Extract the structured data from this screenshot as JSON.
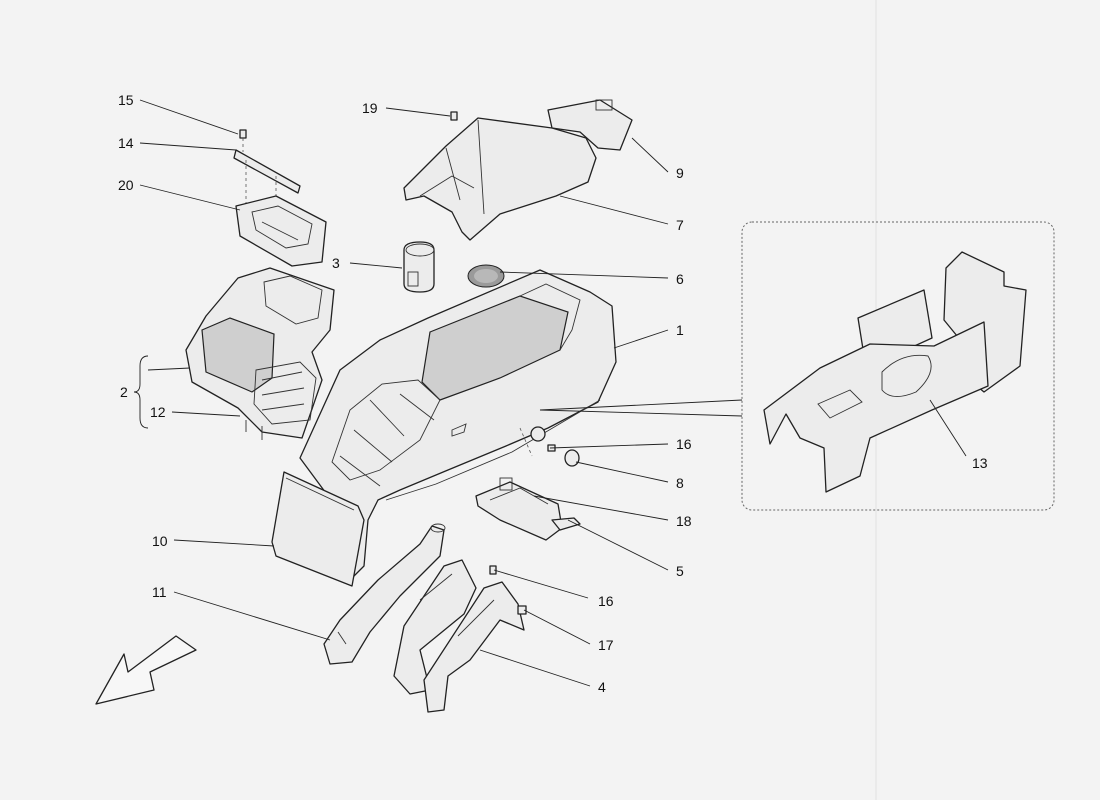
{
  "callouts": {
    "c1": "1",
    "c2": "2",
    "c3": "3",
    "c4": "4",
    "c5": "5",
    "c6": "6",
    "c7": "7",
    "c8": "8",
    "c9": "9",
    "c10": "10",
    "c11": "11",
    "c12": "12",
    "c13": "13",
    "c14": "14",
    "c15": "15",
    "c16a": "16",
    "c16b": "16",
    "c17": "17",
    "c18": "18",
    "c19": "19",
    "c20": "20"
  }
}
